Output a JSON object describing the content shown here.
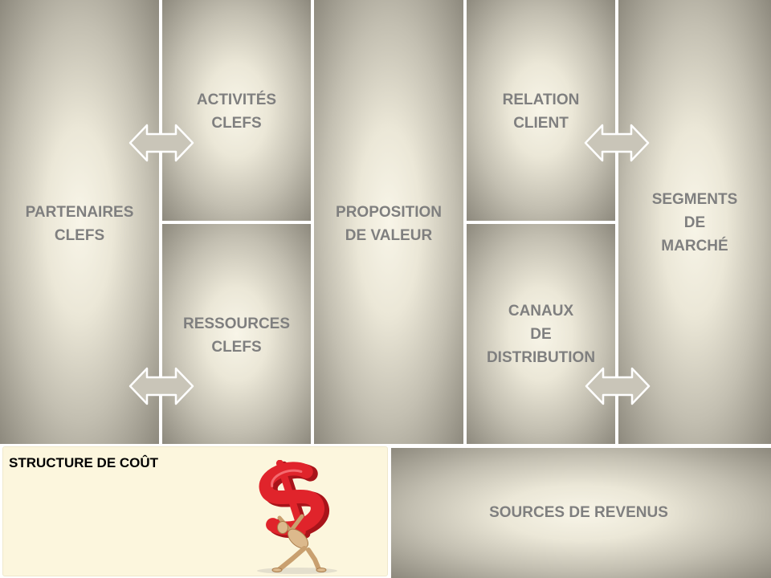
{
  "canvas": {
    "partenaires": {
      "lines": [
        "PARTENAIRES",
        "CLEFS"
      ]
    },
    "activites": {
      "lines": [
        "ACTIVITÉS",
        "CLEFS"
      ]
    },
    "ressources": {
      "lines": [
        "RESSOURCES",
        "CLEFS"
      ]
    },
    "proposition": {
      "lines": [
        "PROPOSITION",
        "DE VALEUR"
      ]
    },
    "relation": {
      "lines": [
        "RELATION",
        "CLIENT"
      ]
    },
    "canaux": {
      "lines": [
        "CANAUX",
        "DE",
        "DISTRIBUTION"
      ]
    },
    "segments": {
      "lines": [
        "SEGMENTS",
        "DE",
        "MARCHÉ"
      ]
    }
  },
  "structure_cout": {
    "title": "STRUCTURE DE COÛT",
    "illustration_icon": "person-carrying-dollar-icon"
  },
  "sources_revenus": {
    "label": "SOURCES DE REVENUS"
  },
  "icons": {
    "connector": "double-arrow-icon"
  },
  "colors": {
    "label_text": "#7f7f7f",
    "cell_center": "#f8f5e8",
    "cell_edge": "#8d897d",
    "cost_background": "#fcf6dd",
    "arrow_fill": "#c9c5b8",
    "dollar_red": "#e0242b"
  }
}
